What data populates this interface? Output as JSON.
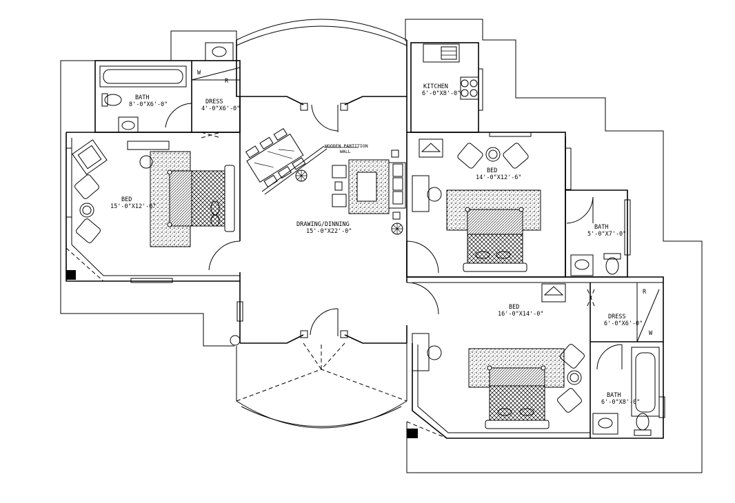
{
  "plan": {
    "rooms": {
      "bath_top": {
        "name": "BATH",
        "size": "8'-0\"X6'-0\""
      },
      "dress_top": {
        "name": "DRESS",
        "size": "4'-0\"X6'-0\""
      },
      "kitchen": {
        "name": "KITCHEN",
        "size": "6'-0\"X8'-0\""
      },
      "bed_left": {
        "name": "BED",
        "size": "15'-0\"X12'-6\""
      },
      "bed_right": {
        "name": "BED",
        "size": "14'-0\"X12'-6\""
      },
      "bath_right": {
        "name": "BATH",
        "size": "5'-0\"X7'-0\""
      },
      "drawing": {
        "name": "DRAWING/DINNING",
        "size": "15'-0\"X22'-0\""
      },
      "bed_bottom": {
        "name": "BED",
        "size": "16'-0\"X14'-0\""
      },
      "dress_bottom": {
        "name": "DRESS",
        "size": "6'-0\"X6'-0\""
      },
      "bath_bottom": {
        "name": "BATH",
        "size": "6'-0\"X8'-0\""
      }
    },
    "annotations": {
      "partition_line1": "WOODEN PARTITION",
      "partition_line2": "WALL",
      "wardrobe_w": "W",
      "wardrobe_r": "R"
    }
  }
}
